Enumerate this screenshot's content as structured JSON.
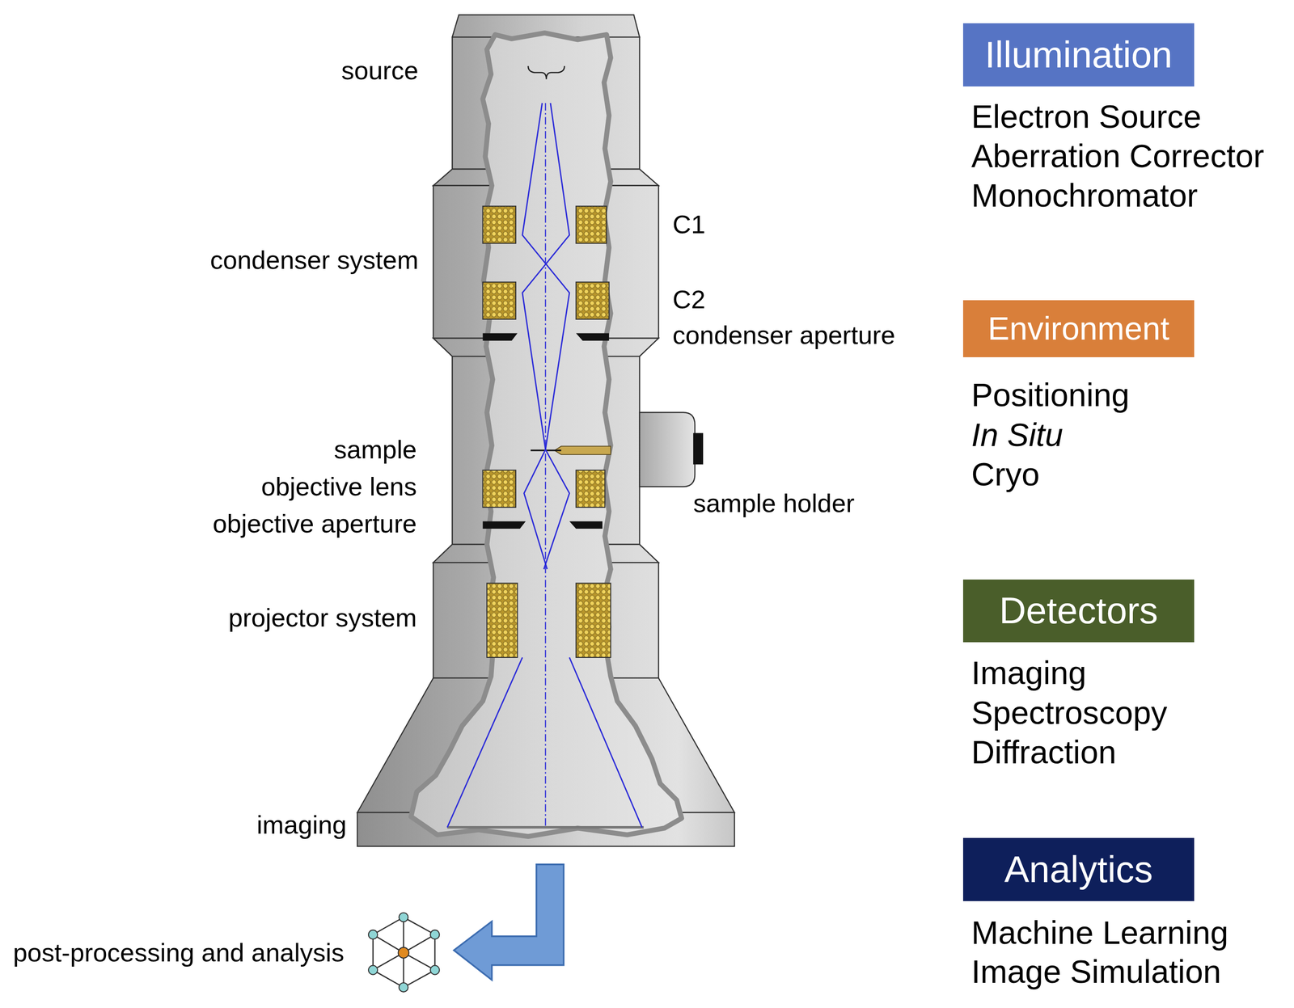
{
  "diagram": {
    "nodes": [
      {
        "text": [
          "Illumination"
        ]
      },
      {
        "text": [
          "Environment"
        ]
      },
      {
        "text": [
          "Detectors"
        ]
      },
      {
        "text": [
          "Analytics"
        ]
      }
    ],
    "labels": [
      "source",
      "condenser system",
      "C1",
      "C2",
      "condenser aperture",
      "sample",
      "objective lens",
      "objective aperture",
      "sample holder",
      "projector system",
      "imaging",
      "post-processing and analysis",
      "Electron Source",
      "Aberration Corrector",
      "Monochromator",
      "Positioning",
      "In Situ",
      "Cryo",
      "Imaging",
      "Spectroscopy",
      "Diffraction",
      "Machine Learning",
      "Image Simulation"
    ]
  }
}
